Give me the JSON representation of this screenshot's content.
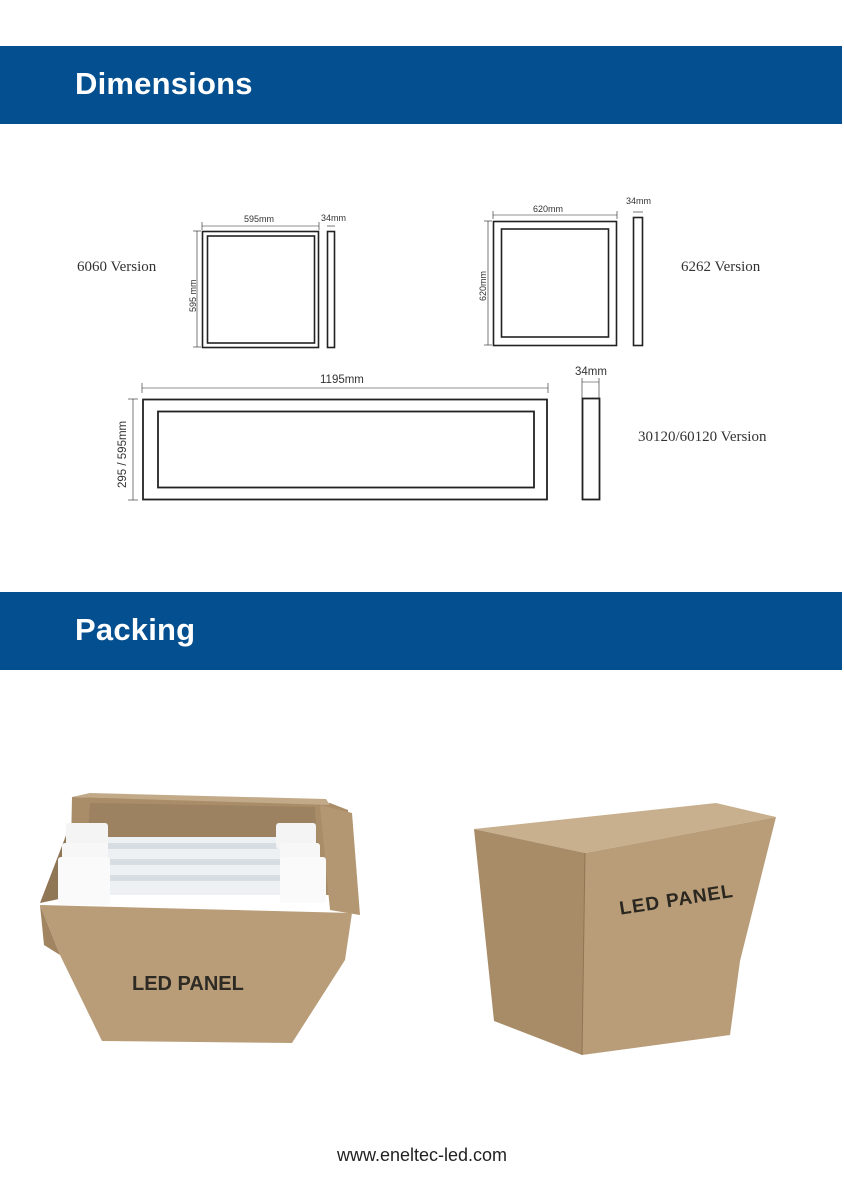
{
  "sections": {
    "dimensions": {
      "title": "Dimensions"
    },
    "packing": {
      "title": "Packing"
    }
  },
  "colors": {
    "banner_blue": "#044f8f",
    "cardboard": "#b99d79"
  },
  "diagrams": {
    "v6060": {
      "label": "6060 Version",
      "width": "595mm",
      "height": "595 mm",
      "depth": "34mm"
    },
    "v6262": {
      "label": "6262 Version",
      "width": "620mm",
      "height": "620mm",
      "depth": "34mm"
    },
    "v30120": {
      "label": "30120/60120 Version",
      "width": "1195mm",
      "height": "295 / 595mm",
      "depth": "34mm"
    }
  },
  "photos": {
    "open_box": {
      "print": "LED PANEL"
    },
    "closed_box": {
      "print": "LED PANEL"
    }
  },
  "footer": {
    "website": "www.eneltec-led.com"
  }
}
